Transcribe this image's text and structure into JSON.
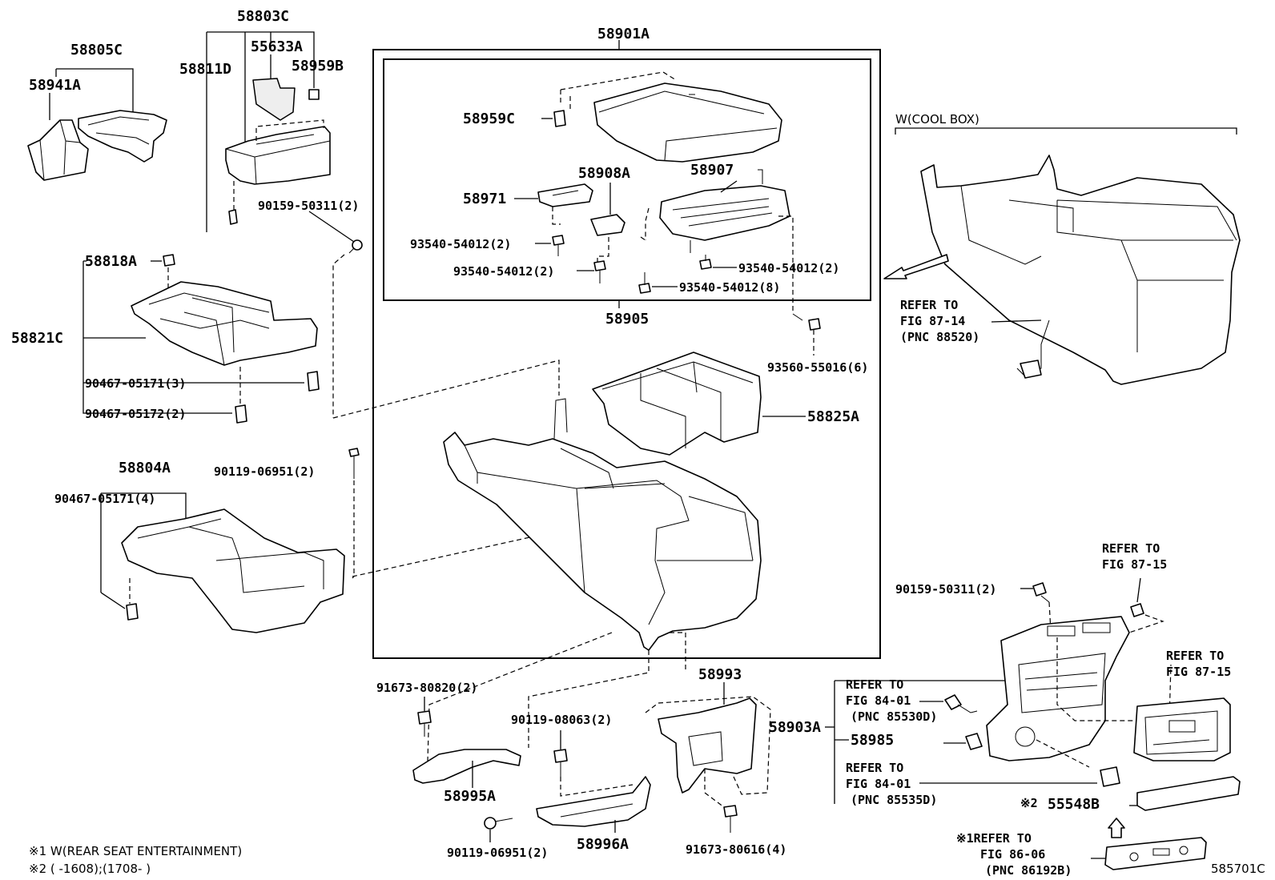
{
  "labels": {
    "p58803C": "58803C",
    "p58805C": "58805C",
    "p55633A": "55633A",
    "p58959B": "58959B",
    "p58941A": "58941A",
    "p58811D": "58811D",
    "p90159_50311a": "90159-50311(2)",
    "p58818A": "58818A",
    "p58821C": "58821C",
    "p90467_05171_3": "90467-05171(3)",
    "p90467_05172_2": "90467-05172(2)",
    "p58804A": "58804A",
    "p90119_06951a": "90119-06951(2)",
    "p90467_05171_4": "90467-05171(4)",
    "p58901A": "58901A",
    "p58959C": "58959C",
    "p58908A": "58908A",
    "p58907": "58907",
    "p58971": "58971",
    "p93540_a": "93540-54012(2)",
    "p93540_b": "93540-54012(2)",
    "p93540_c": "93540-54012(2)",
    "p93540_d": "93540-54012(8)",
    "p58905": "58905",
    "p93560": "93560-55016(6)",
    "p58825A": "58825A",
    "p91673_80820": "91673-80820(2)",
    "p90119_08063": "90119-08063(2)",
    "p58993": "58993",
    "p58903A": "58903A",
    "p58985": "58985",
    "p58995A": "58995A",
    "p90119_06951b": "90119-06951(2)",
    "p58996A": "58996A",
    "p91673_80616": "91673-80616(4)",
    "p90159_50311b": "90159-50311(2)",
    "p55548B": "55548B",
    "mark2": "※2",
    "wcool": "W(COOL BOX)",
    "ref1": [
      "REFER TO",
      "FIG 87-14",
      "(PNC 88520)"
    ],
    "ref2": [
      "REFER TO",
      "FIG 87-15"
    ],
    "ref3": [
      "REFER TO",
      "FIG 87-15"
    ],
    "ref4": [
      "REFER TO",
      "FIG 84-01",
      "(PNC 85530D)"
    ],
    "ref5": [
      "REFER TO",
      "FIG 84-01",
      "(PNC 85535D)"
    ],
    "ref6": [
      "※1REFER TO",
      "FIG 86-06",
      "(PNC 86192B)"
    ],
    "note1": "※1 W(REAR SEAT ENTERTAINMENT)",
    "note2": "※2 (      -1608);(1708-       )",
    "code": "585701C"
  }
}
